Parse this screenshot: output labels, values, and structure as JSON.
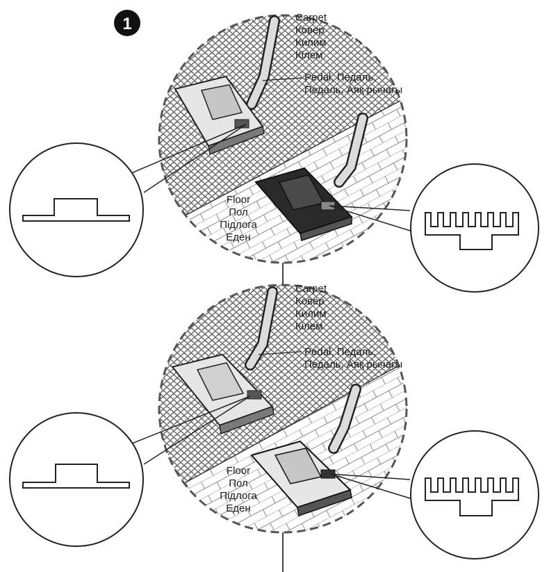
{
  "step_number": "1",
  "panels": [
    {
      "carpet_labels": [
        "Carpet",
        "Ковер",
        "Килим",
        "Кілем"
      ],
      "pedal_labels": [
        "Pedal, Педаль,",
        "Педаль, Аяқ рычагы"
      ],
      "floor_labels": [
        "Floor",
        "Пол",
        "Підлога",
        "Еден"
      ]
    },
    {
      "carpet_labels": [
        "Carpet",
        "Ковер",
        "Килим",
        "Кілем"
      ],
      "pedal_labels": [
        "Pedal, Педаль,",
        "Педаль, Аяқ рычагы"
      ],
      "floor_labels": [
        "Floor",
        "Пол",
        "Підлога",
        "Еден"
      ]
    }
  ]
}
